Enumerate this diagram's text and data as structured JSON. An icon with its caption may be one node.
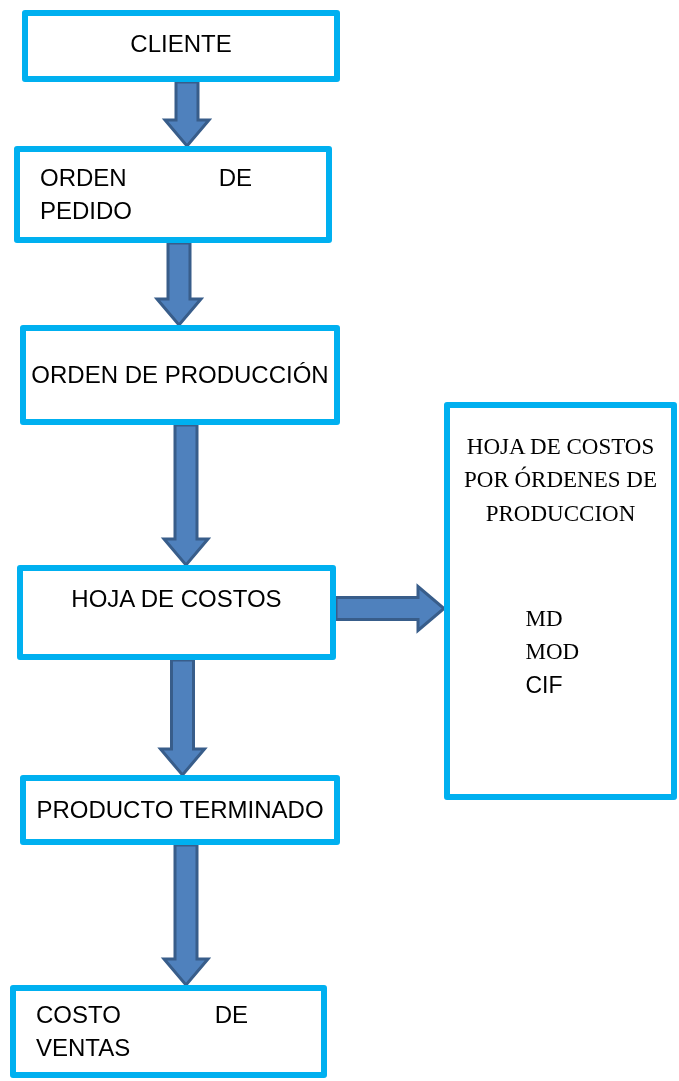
{
  "diagram": {
    "nodes": [
      {
        "text": [
          "CLIENTE"
        ]
      },
      {
        "text": [
          "ORDEN DE PEDIDO"
        ]
      },
      {
        "text": [
          "ORDEN DE PRODUCCIÓN"
        ]
      },
      {
        "text": [
          "HOJA DE COSTOS"
        ]
      },
      {
        "text": [
          "HOJA DE COSTOS POR ÓRDENES DE PRODUCCION",
          "MD",
          "MOD",
          "CIF"
        ]
      },
      {
        "text": [
          "PRODUCTO TERMINADO"
        ]
      },
      {
        "text": [
          "COSTO DE VENTAS"
        ]
      }
    ],
    "edges": [
      {
        "from": 0,
        "to": 1,
        "arrow": "to"
      },
      {
        "from": 1,
        "to": 2,
        "arrow": "to"
      },
      {
        "from": 2,
        "to": 3,
        "arrow": "to"
      },
      {
        "from": 3,
        "to": 4,
        "arrow": "to"
      },
      {
        "from": 3,
        "to": 5,
        "arrow": "to"
      },
      {
        "from": 5,
        "to": 6,
        "arrow": "to"
      }
    ]
  }
}
